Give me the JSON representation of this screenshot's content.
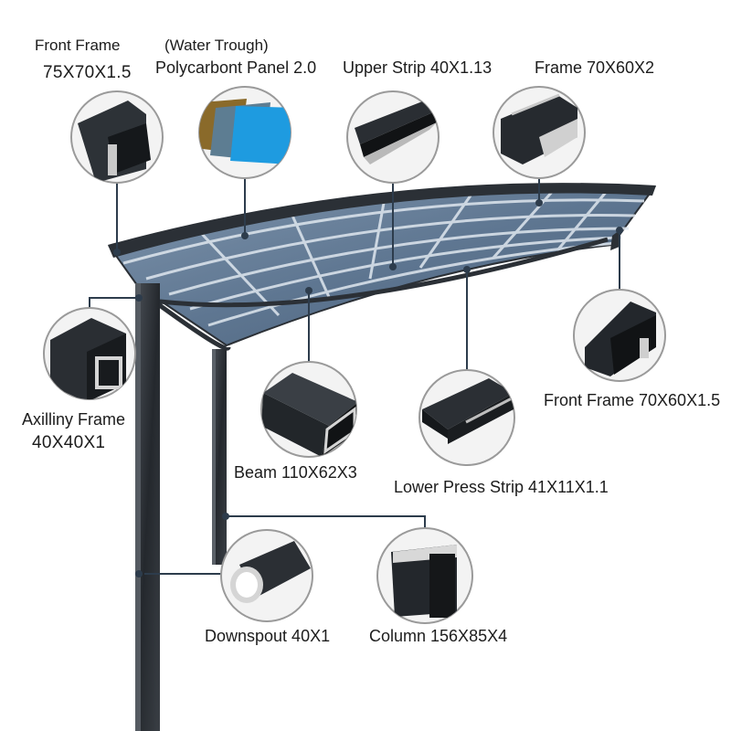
{
  "labels": {
    "front_frame_top": {
      "name": "Front Frame",
      "spec": "75X70X1.5"
    },
    "water_trough": {
      "note": "(Water Trough)",
      "name": "Polycarbont Panel 2.0"
    },
    "upper_strip": "Upper Strip 40X1.13",
    "frame_top_right": "Frame 70X60X2",
    "front_frame_right": "Front Frame 70X60X1.5",
    "auxiliary_frame": {
      "name": "Axilliny Frame",
      "spec": "40X40X1"
    },
    "beam": "Beam 110X62X3",
    "lower_press_strip": "Lower Press Strip 41X11X1.1",
    "downspout": "Downspout 40X1",
    "column": "Column 156X85X4"
  },
  "colors": {
    "frame": "#2b3036",
    "panel": "#5f7893",
    "panel_light": "#8ea3ba",
    "leader": "#2d3c4c",
    "circle_border": "#9a9a9a"
  }
}
